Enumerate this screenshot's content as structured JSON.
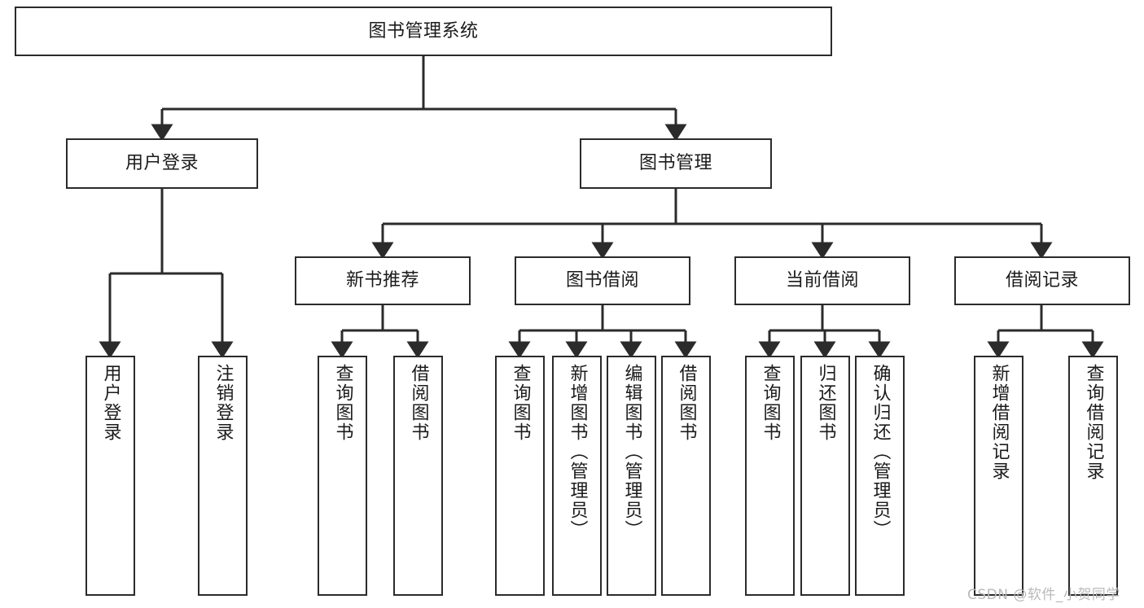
{
  "diagram": {
    "title": "图书管理系统",
    "type": "tree-hierarchy-diagram",
    "style": {
      "background": "#ffffff",
      "box_border": "#2b2b2b",
      "box_fill": "#ffffff",
      "text": "#1b1b1b",
      "edge": "#2b2b2b",
      "watermark": "#b9b9b9"
    },
    "nodes": {
      "root": {
        "label": "图书管理系统"
      },
      "level1": [
        {
          "id": "user-login",
          "label": "用户登录"
        },
        {
          "id": "book-management",
          "label": "图书管理"
        }
      ],
      "level2": [
        {
          "id": "new-book-recommend",
          "label": "新书推荐"
        },
        {
          "id": "book-borrow",
          "label": "图书借阅"
        },
        {
          "id": "current-borrow",
          "label": "当前借阅"
        },
        {
          "id": "borrow-record",
          "label": "借阅记录"
        }
      ],
      "leaves": {
        "user_login": [
          {
            "id": "leaf-user-login",
            "label": "用户登录"
          },
          {
            "id": "leaf-logout",
            "label": "注销登录"
          }
        ],
        "new_book_recommend": [
          {
            "id": "leaf-query-book-1",
            "label": "查询图书"
          },
          {
            "id": "leaf-borrow-book-1",
            "label": "借阅图书"
          }
        ],
        "book_borrow": [
          {
            "id": "leaf-query-book-2",
            "label": "查询图书"
          },
          {
            "id": "leaf-add-book",
            "label": "新增图书（管理员）"
          },
          {
            "id": "leaf-edit-book",
            "label": "编辑图书（管理员）"
          },
          {
            "id": "leaf-borrow-book-2",
            "label": "借阅图书"
          }
        ],
        "current_borrow": [
          {
            "id": "leaf-query-book-3",
            "label": "查询图书"
          },
          {
            "id": "leaf-return-book",
            "label": "归还图书"
          },
          {
            "id": "leaf-confirm-return",
            "label": "确认归还（管理员）"
          }
        ],
        "borrow_record": [
          {
            "id": "leaf-add-record",
            "label": "新增借阅记录"
          },
          {
            "id": "leaf-query-record",
            "label": "查询借阅记录"
          }
        ]
      }
    },
    "watermark": "CSDN @软件_小贺同学"
  }
}
